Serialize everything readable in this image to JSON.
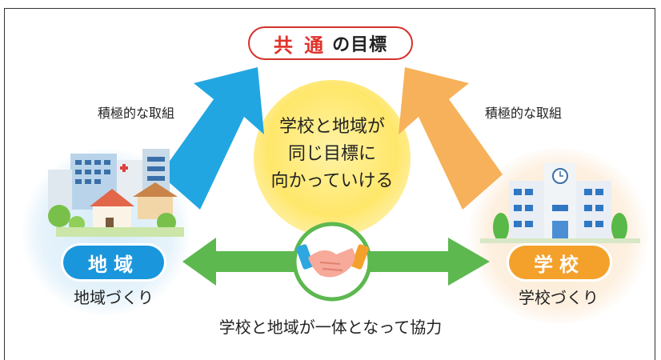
{
  "title": {
    "common": "共 通",
    "rest": "の目標"
  },
  "left_effort": "積極的な取組",
  "right_effort": "積極的な取組",
  "center_lines": [
    "学校と地域が",
    "同じ目標に",
    "向かっていける"
  ],
  "left_badge": "地域",
  "left_sub": "地域づくり",
  "right_badge": "学校",
  "right_sub": "学校づくり",
  "bottom": "学校と地域が一体となって協力",
  "colors": {
    "red": "#e0322b",
    "blue": "#1a96dc",
    "orange": "#f4a12c",
    "green": "#5cb84f",
    "yellow": "#ffe76a"
  }
}
